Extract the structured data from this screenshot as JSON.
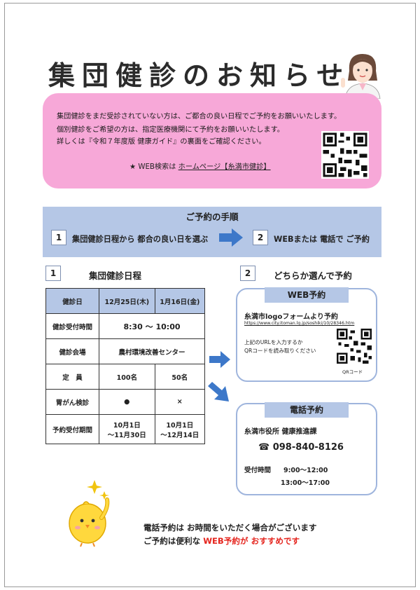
{
  "title": "集団健診のお知らせ",
  "intro": {
    "line1": "集団健診をまだ受診されていない方は、ご都合の良い日程でご予約をお願いいたします。",
    "line2": "個別健診をご希望の方は、指定医療機関にて予約をお願いいたします。",
    "line3": "詳しくは『令和７年度版 健康ガイド』の裏面をご確認ください。",
    "web_prefix": "★ WEB検索は ",
    "web_link": "ホームページ【糸満市健診】"
  },
  "steps": {
    "heading": "ご予約の手順",
    "step1_num": "1",
    "step1_text": "集団健診日程から 都合の良い日を選ぶ",
    "step2_num": "2",
    "step2_text": "WEBまたは 電話で ご予約"
  },
  "schedule": {
    "num": "1",
    "heading": "集団健診日程",
    "header": [
      "健診日",
      "12月25日(木)",
      "1月16日(金)"
    ],
    "reception_label": "健診受付時間",
    "reception_time": "8:30 ～ 10:00",
    "venue_label": "健診会場",
    "venue": "農村環境改善センター",
    "capacity_label": "定　員",
    "capacity": [
      "100名",
      "50名"
    ],
    "stomach_label": "胃がん検診",
    "stomach": [
      "●",
      "×"
    ],
    "period_label": "予約受付期間",
    "period1": [
      "10月1日",
      "～11月30日"
    ],
    "period2": [
      "10月1日",
      "～12月14日"
    ]
  },
  "choose": {
    "num": "2",
    "heading": "どちらか選んで予約"
  },
  "web_card": {
    "caption": "WEB予約",
    "title": "糸満市logoフォームより予約",
    "url": "https://www.city.itoman.lg.jp/soshiki/10/28346.htm",
    "note1": "上記のURLを入力するか",
    "note2": "QRコードを読み取りください",
    "qr_label": "QRコード"
  },
  "tel_card": {
    "caption": "電話予約",
    "office": "糸満市役所 健康推進課",
    "phone": "☎ 098-840-8126",
    "hours_label": "受付時間",
    "hours1": "9:00～12:00",
    "hours2": "13:00～17:00"
  },
  "notice": {
    "line1": "電話予約は お時間をいただく場合がございます",
    "line2_prefix": "ご予約は便利な ",
    "line2_red": "WEB予約が おすすめです"
  },
  "colors": {
    "pink": "#f7a8d8",
    "blue_band": "#b5c7e6",
    "arrow_blue": "#3d78c9",
    "accent_red": "#e5251e"
  }
}
